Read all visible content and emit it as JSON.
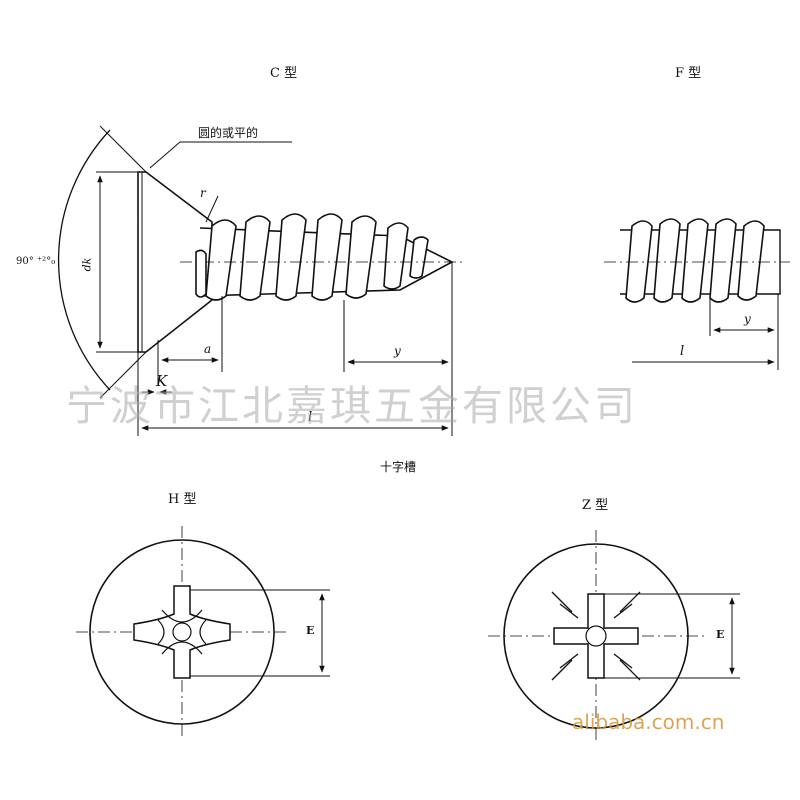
{
  "views": {
    "c_type": "C 型",
    "f_type": "F 型",
    "h_type": "H 型",
    "z_type": "Z 型",
    "cross_recess": "十字槽"
  },
  "annotations": {
    "round_or_flat": "圆的或平的",
    "angle": "90° ⁺²°₀",
    "dk": "dk",
    "r": "r",
    "a": "a",
    "K": "K",
    "l_c": "l",
    "y_c": "y",
    "l_f": "l",
    "y_f": "y",
    "E_h": "E",
    "E_z": "E"
  },
  "watermarks": {
    "company": "宁波市江北嘉琪五金有限公司",
    "site": "alibaba.com.cn"
  },
  "colors": {
    "ink": "#111111",
    "watermark": "#aaaaaa",
    "site_watermark": "#d2963c"
  }
}
